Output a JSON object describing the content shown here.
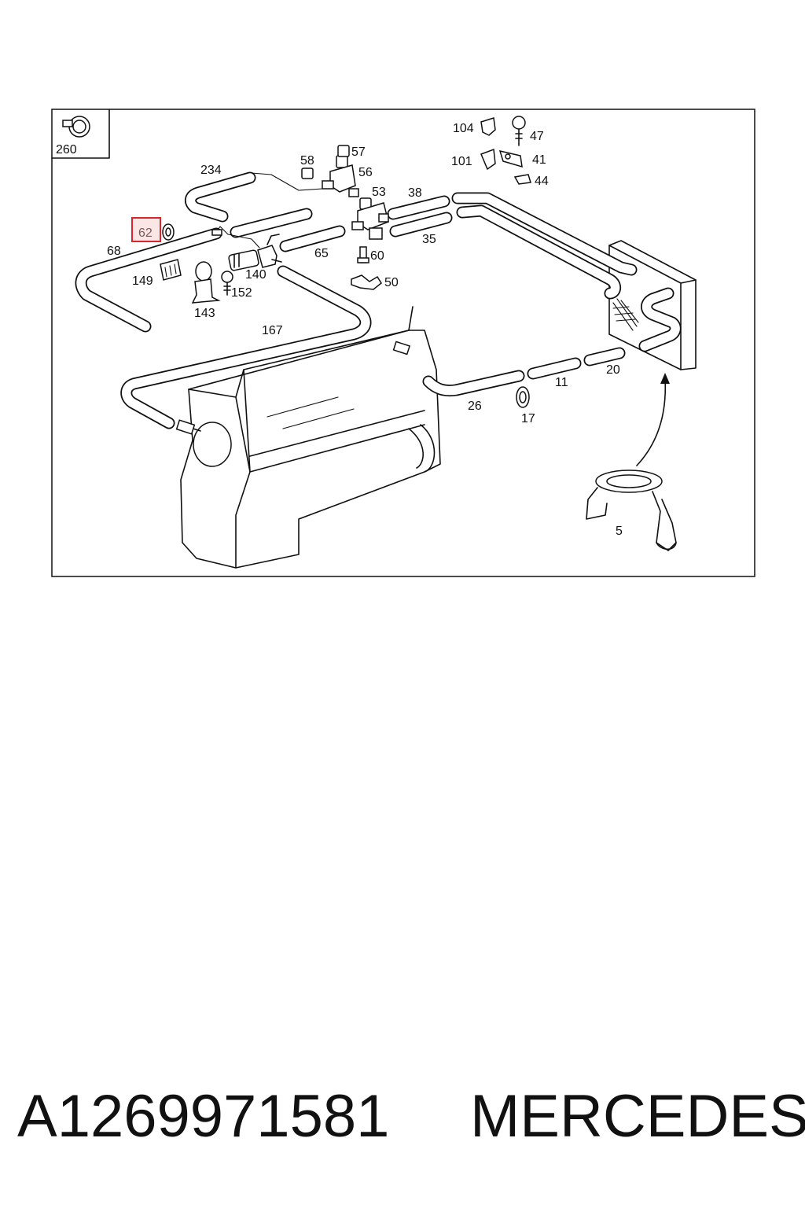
{
  "diagram": {
    "highlighted_callout": "62",
    "callouts": {
      "c260": "260",
      "c234": "234",
      "c58": "58",
      "c57": "57",
      "c56": "56",
      "c53": "53",
      "c38": "38",
      "c35": "35",
      "c104": "104",
      "c47": "47",
      "c101": "101",
      "c41": "41",
      "c44": "44",
      "c62": "62",
      "c68": "68",
      "c65": "65",
      "c60": "60",
      "c140": "140",
      "c149": "149",
      "c152": "152",
      "c143": "143",
      "c50": "50",
      "c167": "167",
      "c20": "20",
      "c11": "11",
      "c26": "26",
      "c17": "17",
      "c5": "5"
    },
    "colors": {
      "line": "#111111",
      "highlight_border": "#d9262c",
      "highlight_fill": "#fbe6e6"
    }
  },
  "footer": {
    "part_number": "A1269971581",
    "brand": "MERCEDES"
  }
}
